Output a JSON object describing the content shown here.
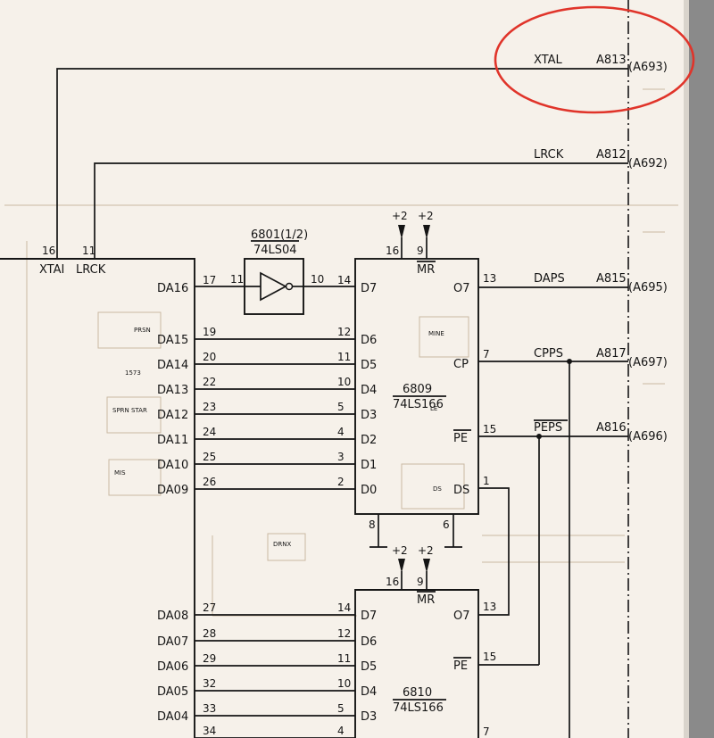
{
  "signals": {
    "xtal": "XTAL",
    "lrck": "LRCK",
    "daps": "DAPS",
    "cpps": "CPPS",
    "peps": "PEPS",
    "xtal_pin_label": "XTAI",
    "lrck_pin_label": "LRCK"
  },
  "connectors": {
    "a813": "A813",
    "a693": "(A693)",
    "a812": "A812",
    "a692": "(A692)",
    "a815": "A815",
    "a695": "(A695)",
    "a817": "A817",
    "a697": "(A697)",
    "a816": "A816",
    "a696": "(A696)"
  },
  "decoder": {
    "xtal_pin": "16",
    "lrck_pin": "11",
    "rows": [
      {
        "label": "DA16",
        "pin": "17"
      },
      {
        "label": "DA15",
        "pin": "19"
      },
      {
        "label": "DA14",
        "pin": "20"
      },
      {
        "label": "DA13",
        "pin": "22"
      },
      {
        "label": "DA12",
        "pin": "23"
      },
      {
        "label": "DA11",
        "pin": "24"
      },
      {
        "label": "DA10",
        "pin": "25"
      },
      {
        "label": "DA09",
        "pin": "26"
      },
      {
        "label": "DA08",
        "pin": "27"
      },
      {
        "label": "DA07",
        "pin": "28"
      },
      {
        "label": "DA06",
        "pin": "29"
      },
      {
        "label": "DA05",
        "pin": "32"
      },
      {
        "label": "DA04",
        "pin": "33"
      },
      {
        "label": "",
        "pin": "34"
      }
    ]
  },
  "inverter": {
    "name": "6801(1/2)",
    "part": "74LS04",
    "pin_in": "11",
    "pin_out": "10"
  },
  "ic6809": {
    "name": "6809",
    "part": "74LS166",
    "power": "+2",
    "pin16": "16",
    "pin9": "9",
    "mr": "MR",
    "inputs": [
      {
        "pin": "14",
        "label": "D7"
      },
      {
        "pin": "12",
        "label": "D6"
      },
      {
        "pin": "11",
        "label": "D5"
      },
      {
        "pin": "10",
        "label": "D4"
      },
      {
        "pin": "5",
        "label": "D3"
      },
      {
        "pin": "4",
        "label": "D2"
      },
      {
        "pin": "3",
        "label": "D1"
      },
      {
        "pin": "2",
        "label": "D0"
      }
    ],
    "out_label": "O7",
    "out_pin": "13",
    "cp_label": "CP",
    "cp_pin": "7",
    "pe_label": "PE",
    "pe_pin": "15",
    "ds_label": "DS",
    "ds_pin": "1",
    "gnd_pin8": "8",
    "gnd_pin6": "6"
  },
  "ic6810": {
    "name": "6810",
    "part": "74LS166",
    "power": "+2",
    "pin16": "16",
    "pin9": "9",
    "mr": "MR",
    "inputs": [
      {
        "pin": "14",
        "label": "D7"
      },
      {
        "pin": "12",
        "label": "D6"
      },
      {
        "pin": "11",
        "label": "D5"
      },
      {
        "pin": "10",
        "label": "D4"
      },
      {
        "pin": "5",
        "label": "D3"
      },
      {
        "pin": "4",
        "label": ""
      }
    ],
    "out_label": "O7",
    "out_pin": "13",
    "pe_label": "PE",
    "pe_pin": "15",
    "cp_pin": "7"
  }
}
